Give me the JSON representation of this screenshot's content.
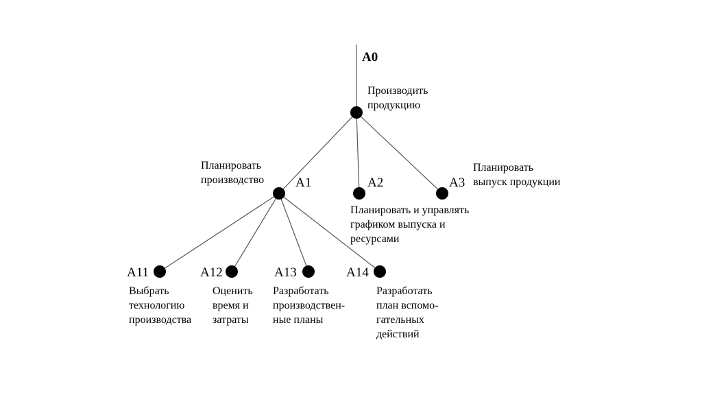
{
  "colors": {
    "line": "#555555",
    "node": "#000000",
    "text": "#000000"
  },
  "nodes": [
    {
      "id": "A0",
      "code": "A0",
      "label": "Производить\nпродукцию"
    },
    {
      "id": "A1",
      "code": "A1",
      "label": "Планировать\nпроизводство"
    },
    {
      "id": "A2",
      "code": "A2",
      "label": "Планировать и управлять\nграфиком выпуска и\nресурсами"
    },
    {
      "id": "A3",
      "code": "A3",
      "label": "Планировать\nвыпуск продукции"
    },
    {
      "id": "A11",
      "code": "A11",
      "label": "Выбрать\nтехнологию\nпроизводства"
    },
    {
      "id": "A12",
      "code": "A12",
      "label": "Оценить\nвремя и\nзатраты"
    },
    {
      "id": "A13",
      "code": "A13",
      "label": "Разработать\nпроизводствен-\nные планы"
    },
    {
      "id": "A14",
      "code": "A14",
      "label": "Разработать\nплан вспомо-\nгательных\nдействий"
    }
  ],
  "edges": [
    [
      "A0",
      "A1"
    ],
    [
      "A0",
      "A2"
    ],
    [
      "A0",
      "A3"
    ],
    [
      "A1",
      "A11"
    ],
    [
      "A1",
      "A12"
    ],
    [
      "A1",
      "A13"
    ],
    [
      "A1",
      "A14"
    ]
  ]
}
